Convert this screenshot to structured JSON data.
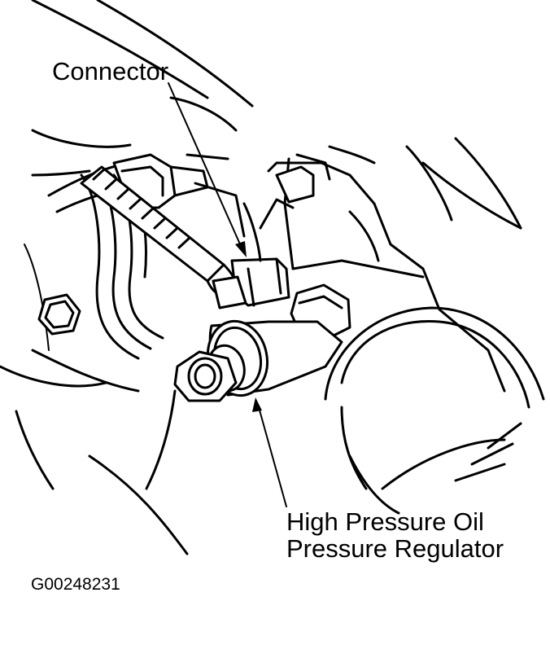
{
  "labels": {
    "connector": "Connector",
    "regulator_line1": "High Pressure Oil",
    "regulator_line2": "Pressure Regulator",
    "figure_code": "G00248231"
  }
}
